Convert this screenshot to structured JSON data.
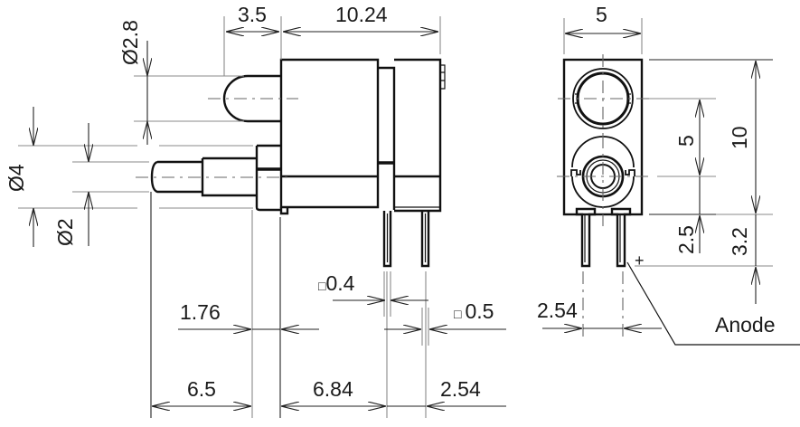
{
  "drawing": {
    "title": "LED holder dual-level, side and front view dimension drawing",
    "units": "mm",
    "side_view": {
      "dim_top_left": "3.5",
      "dim_top_main": "10.24",
      "dia_upper_lens": "Ø2.8",
      "dia_outer_shaft": "Ø4",
      "dia_inner_shaft": "Ø2",
      "dim_flange": "1.76",
      "dim_shaft_len": "6.5",
      "dim_body_to_pin": "6.84",
      "dim_pin_pitch": "2.54",
      "pin_size_1": "0.4",
      "pin_size_2": "0.5",
      "pin_size_symbol": "□"
    },
    "front_view": {
      "dim_width": "5",
      "dim_height": "10",
      "dim_center_spacing": "5",
      "dim_center_to_base": "2.5",
      "dim_pin_length": "3.2",
      "dim_pin_pitch": "2.54",
      "anode_label": "Anode",
      "polarity_mark": "+"
    },
    "colors": {
      "line": "#111111",
      "dimension": "#8a8a8a",
      "background": "#ffffff"
    }
  }
}
